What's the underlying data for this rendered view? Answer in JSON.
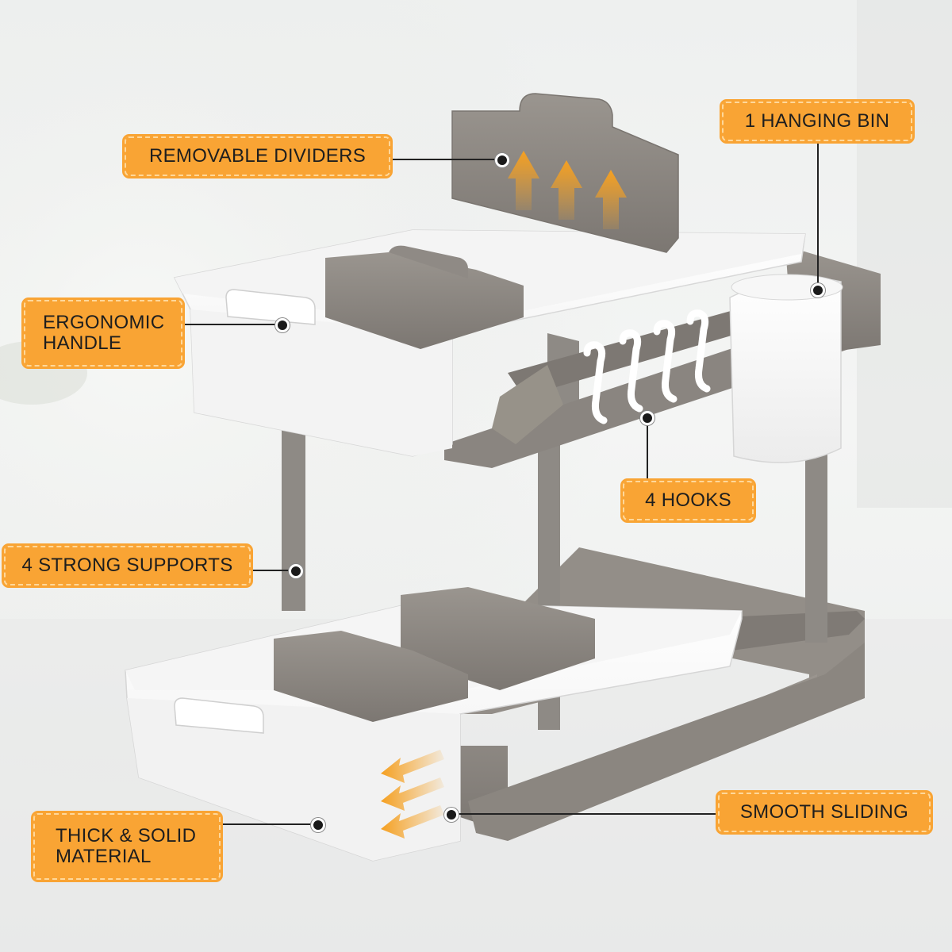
{
  "colors": {
    "callout_fill": "#f9a434",
    "callout_text": "#1e1e1e",
    "accent_arrow": "#f5a021",
    "frame_gray": "#8d8882",
    "bin_white": "#fafafa"
  },
  "callouts": {
    "removable_dividers": "REMOVABLE DIVIDERS",
    "hanging_bin": "1 HANGING BIN",
    "ergonomic_handle_line1": "ERGONOMIC",
    "ergonomic_handle_line2": "HANDLE",
    "hooks": "4 HOOKS",
    "strong_supports": "4 STRONG SUPPORTS",
    "smooth_sliding": "SMOOTH SLIDING",
    "thick_solid_line1": "THICK & SOLID",
    "thick_solid_line2": "MATERIAL"
  },
  "icons": {
    "up_arrows": "arrow-up-icon",
    "slide_arrows": "arrow-left-down-icon",
    "hooks": "s-hook-icon"
  }
}
